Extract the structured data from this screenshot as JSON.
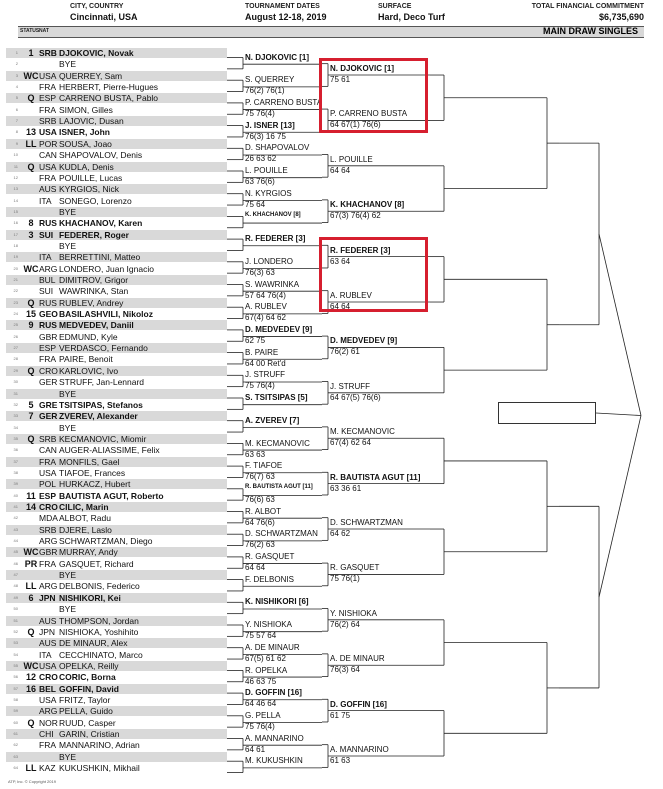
{
  "header": {
    "city_label": "CITY, COUNTRY",
    "city_value": "Cincinnati, USA",
    "dates_label": "TOURNAMENT DATES",
    "dates_value": "August 12-18, 2019",
    "surface_label": "SURFACE",
    "surface_value": "Hard, Deco Turf",
    "commitment_label": "TOTAL FINANCIAL COMMITMENT",
    "commitment_value": "$6,735,690",
    "status_col": "STATUS",
    "nat_col": "NAT",
    "draw_title": "MAIN DRAW SINGLES"
  },
  "players": [
    {
      "seed": "1",
      "nat": "SRB",
      "name": "DJOKOVIC, Novak",
      "bold": true
    },
    {
      "seed": "",
      "nat": "",
      "name": "BYE",
      "bold": false
    },
    {
      "seed": "WC",
      "nat": "USA",
      "name": "QUERREY, Sam",
      "bold": false
    },
    {
      "seed": "",
      "nat": "FRA",
      "name": "HERBERT, Pierre-Hugues",
      "bold": false
    },
    {
      "seed": "Q",
      "nat": "ESP",
      "name": "CARRENO BUSTA, Pablo",
      "bold": false
    },
    {
      "seed": "",
      "nat": "FRA",
      "name": "SIMON, Gilles",
      "bold": false
    },
    {
      "seed": "",
      "nat": "SRB",
      "name": "LAJOVIC, Dusan",
      "bold": false
    },
    {
      "seed": "13",
      "nat": "USA",
      "name": "ISNER, John",
      "bold": true
    },
    {
      "seed": "LL",
      "nat": "POR",
      "name": "SOUSA, Joao",
      "bold": false
    },
    {
      "seed": "",
      "nat": "CAN",
      "name": "SHAPOVALOV, Denis",
      "bold": false
    },
    {
      "seed": "Q",
      "nat": "USA",
      "name": "KUDLA, Denis",
      "bold": false
    },
    {
      "seed": "",
      "nat": "FRA",
      "name": "POUILLE, Lucas",
      "bold": false
    },
    {
      "seed": "",
      "nat": "AUS",
      "name": "KYRGIOS, Nick",
      "bold": false
    },
    {
      "seed": "",
      "nat": "ITA",
      "name": "SONEGO, Lorenzo",
      "bold": false
    },
    {
      "seed": "",
      "nat": "",
      "name": "BYE",
      "bold": false
    },
    {
      "seed": "8",
      "nat": "RUS",
      "name": "KHACHANOV, Karen",
      "bold": true
    },
    {
      "seed": "3",
      "nat": "SUI",
      "name": "FEDERER, Roger",
      "bold": true
    },
    {
      "seed": "",
      "nat": "",
      "name": "BYE",
      "bold": false
    },
    {
      "seed": "",
      "nat": "ITA",
      "name": "BERRETTINI, Matteo",
      "bold": false
    },
    {
      "seed": "WC",
      "nat": "ARG",
      "name": "LONDERO, Juan Ignacio",
      "bold": false
    },
    {
      "seed": "",
      "nat": "BUL",
      "name": "DIMITROV, Grigor",
      "bold": false
    },
    {
      "seed": "",
      "nat": "SUI",
      "name": "WAWRINKA, Stan",
      "bold": false
    },
    {
      "seed": "Q",
      "nat": "RUS",
      "name": "RUBLEV, Andrey",
      "bold": false
    },
    {
      "seed": "15",
      "nat": "GEO",
      "name": "BASILASHVILI, Nikoloz",
      "bold": true
    },
    {
      "seed": "9",
      "nat": "RUS",
      "name": "MEDVEDEV, Daniil",
      "bold": true
    },
    {
      "seed": "",
      "nat": "GBR",
      "name": "EDMUND, Kyle",
      "bold": false
    },
    {
      "seed": "",
      "nat": "ESP",
      "name": "VERDASCO, Fernando",
      "bold": false
    },
    {
      "seed": "",
      "nat": "FRA",
      "name": "PAIRE, Benoit",
      "bold": false
    },
    {
      "seed": "Q",
      "nat": "CRO",
      "name": "KARLOVIC, Ivo",
      "bold": false
    },
    {
      "seed": "",
      "nat": "GER",
      "name": "STRUFF, Jan-Lennard",
      "bold": false
    },
    {
      "seed": "",
      "nat": "",
      "name": "BYE",
      "bold": false
    },
    {
      "seed": "5",
      "nat": "GRE",
      "name": "TSITSIPAS, Stefanos",
      "bold": true
    },
    {
      "seed": "7",
      "nat": "GER",
      "name": "ZVEREV, Alexander",
      "bold": true
    },
    {
      "seed": "",
      "nat": "",
      "name": "BYE",
      "bold": false
    },
    {
      "seed": "Q",
      "nat": "SRB",
      "name": "KECMANOVIC, Miomir",
      "bold": false
    },
    {
      "seed": "",
      "nat": "CAN",
      "name": "AUGER-ALIASSIME, Felix",
      "bold": false
    },
    {
      "seed": "",
      "nat": "FRA",
      "name": "MONFILS, Gael",
      "bold": false
    },
    {
      "seed": "",
      "nat": "USA",
      "name": "TIAFOE, Frances",
      "bold": false
    },
    {
      "seed": "",
      "nat": "POL",
      "name": "HURKACZ, Hubert",
      "bold": false
    },
    {
      "seed": "11",
      "nat": "ESP",
      "name": "BAUTISTA AGUT, Roberto",
      "bold": true
    },
    {
      "seed": "14",
      "nat": "CRO",
      "name": "CILIC, Marin",
      "bold": true
    },
    {
      "seed": "",
      "nat": "MDA",
      "name": "ALBOT, Radu",
      "bold": false
    },
    {
      "seed": "",
      "nat": "SRB",
      "name": "DJERE, Laslo",
      "bold": false
    },
    {
      "seed": "",
      "nat": "ARG",
      "name": "SCHWARTZMAN, Diego",
      "bold": false
    },
    {
      "seed": "WC",
      "nat": "GBR",
      "name": "MURRAY, Andy",
      "bold": false
    },
    {
      "seed": "PR",
      "nat": "FRA",
      "name": "GASQUET, Richard",
      "bold": false
    },
    {
      "seed": "",
      "nat": "",
      "name": "BYE",
      "bold": false
    },
    {
      "seed": "LL",
      "nat": "ARG",
      "name": "DELBONIS, Federico",
      "bold": false
    },
    {
      "seed": "6",
      "nat": "JPN",
      "name": "NISHIKORI, Kei",
      "bold": true
    },
    {
      "seed": "",
      "nat": "",
      "name": "BYE",
      "bold": false
    },
    {
      "seed": "",
      "nat": "AUS",
      "name": "THOMPSON, Jordan",
      "bold": false
    },
    {
      "seed": "Q",
      "nat": "JPN",
      "name": "NISHIOKA, Yoshihito",
      "bold": false
    },
    {
      "seed": "",
      "nat": "AUS",
      "name": "DE MINAUR, Alex",
      "bold": false
    },
    {
      "seed": "",
      "nat": "ITA",
      "name": "CECCHINATO, Marco",
      "bold": false
    },
    {
      "seed": "WC",
      "nat": "USA",
      "name": "OPELKA, Reilly",
      "bold": false
    },
    {
      "seed": "12",
      "nat": "CRO",
      "name": "CORIC, Borna",
      "bold": true
    },
    {
      "seed": "16",
      "nat": "BEL",
      "name": "GOFFIN, David",
      "bold": true
    },
    {
      "seed": "",
      "nat": "USA",
      "name": "FRITZ, Taylor",
      "bold": false
    },
    {
      "seed": "",
      "nat": "ARG",
      "name": "PELLA, Guido",
      "bold": false
    },
    {
      "seed": "Q",
      "nat": "NOR",
      "name": "RUUD, Casper",
      "bold": false
    },
    {
      "seed": "",
      "nat": "CHI",
      "name": "GARIN, Cristian",
      "bold": false
    },
    {
      "seed": "",
      "nat": "FRA",
      "name": "MANNARINO, Adrian",
      "bold": false
    },
    {
      "seed": "",
      "nat": "",
      "name": "BYE",
      "bold": false
    },
    {
      "seed": "LL",
      "nat": "KAZ",
      "name": "KUKUSHKIN, Mikhail",
      "bold": false
    }
  ],
  "rounds": [
    [
      {
        "w": "N. DJOKOVIC [1]",
        "s": "",
        "b": true
      },
      {
        "w": "S. QUERREY",
        "s": "76(2) 76(1)",
        "b": false
      },
      {
        "w": "P. CARRENO BUSTA",
        "s": "75 76(4)",
        "b": false
      },
      {
        "w": "J. ISNER [13]",
        "s": "76(3) 16 75",
        "b": true
      },
      {
        "w": "D. SHAPOVALOV",
        "s": "26 63 62",
        "b": false
      },
      {
        "w": "L. POUILLE",
        "s": "63 76(6)",
        "b": false
      },
      {
        "w": "N. KYRGIOS",
        "s": "75 64",
        "b": false
      },
      {
        "w": "K. KHACHANOV [8]",
        "s": "",
        "b": true,
        "sm": true
      },
      {
        "w": "R. FEDERER [3]",
        "s": "",
        "b": true
      },
      {
        "w": "J. LONDERO",
        "s": "76(3) 63",
        "b": false
      },
      {
        "w": "S. WAWRINKA",
        "s": "57 64 76(4)",
        "b": false
      },
      {
        "w": "A. RUBLEV",
        "s": "67(4) 64 62",
        "b": false
      },
      {
        "w": "D. MEDVEDEV [9]",
        "s": "62 75",
        "b": true
      },
      {
        "w": "B. PAIRE",
        "s": "64 00 Ret'd",
        "b": false
      },
      {
        "w": "J. STRUFF",
        "s": "75 76(4)",
        "b": false
      },
      {
        "w": "S. TSITSIPAS [5]",
        "s": "",
        "b": true
      },
      {
        "w": "A. ZVEREV [7]",
        "s": "",
        "b": true
      },
      {
        "w": "M. KECMANOVIC",
        "s": "63 63",
        "b": false
      },
      {
        "w": "F. TIAFOE",
        "s": "76(7) 63",
        "b": false
      },
      {
        "w": "R. BAUTISTA AGUT [11]",
        "s": "76(6) 63",
        "b": true,
        "sm": true
      },
      {
        "w": "R. ALBOT",
        "s": "64 76(6)",
        "b": false
      },
      {
        "w": "D. SCHWARTZMAN",
        "s": "76(2) 63",
        "b": false
      },
      {
        "w": "R. GASQUET",
        "s": "64 64",
        "b": false
      },
      {
        "w": "F. DELBONIS",
        "s": "",
        "b": false
      },
      {
        "w": "K. NISHIKORI [6]",
        "s": "",
        "b": true
      },
      {
        "w": "Y. NISHIOKA",
        "s": "75 57 64",
        "b": false
      },
      {
        "w": "A. DE MINAUR",
        "s": "67(5) 61 62",
        "b": false
      },
      {
        "w": "R. OPELKA",
        "s": "46 63 75",
        "b": false
      },
      {
        "w": "D. GOFFIN [16]",
        "s": "64 46 64",
        "b": true
      },
      {
        "w": "G. PELLA",
        "s": "75 76(4)",
        "b": false
      },
      {
        "w": "A. MANNARINO",
        "s": "64 61",
        "b": false
      },
      {
        "w": "M. KUKUSHKIN",
        "s": "",
        "b": false
      }
    ],
    [
      {
        "w": "N. DJOKOVIC [1]",
        "s": "75 61",
        "b": true
      },
      {
        "w": "P. CARRENO BUSTA",
        "s": "64 67(1) 76(6)",
        "b": false
      },
      {
        "w": "L. POUILLE",
        "s": "64 64",
        "b": false
      },
      {
        "w": "K. KHACHANOV [8]",
        "s": "67(3) 76(4) 62",
        "b": true
      },
      {
        "w": "R. FEDERER [3]",
        "s": "63 64",
        "b": true
      },
      {
        "w": "A. RUBLEV",
        "s": "64 64",
        "b": false
      },
      {
        "w": "D. MEDVEDEV [9]",
        "s": "76(2) 61",
        "b": true
      },
      {
        "w": "J. STRUFF",
        "s": "64 67(5) 76(6)",
        "b": false
      },
      {
        "w": "M. KECMANOVIC",
        "s": "67(4) 62 64",
        "b": false
      },
      {
        "w": "R. BAUTISTA AGUT [11]",
        "s": "63 36 61",
        "b": true
      },
      {
        "w": "D. SCHWARTZMAN",
        "s": "64 62",
        "b": false
      },
      {
        "w": "R. GASQUET",
        "s": "75 76(1)",
        "b": false
      },
      {
        "w": "Y. NISHIOKA",
        "s": "76(2) 64",
        "b": false
      },
      {
        "w": "A. DE MINAUR",
        "s": "76(3) 64",
        "b": false
      },
      {
        "w": "D. GOFFIN [16]",
        "s": "61 75",
        "b": true
      },
      {
        "w": "A. MANNARINO",
        "s": "61 63",
        "b": false
      }
    ]
  ],
  "footer": "ATP, Inc. © Copyright 2019"
}
